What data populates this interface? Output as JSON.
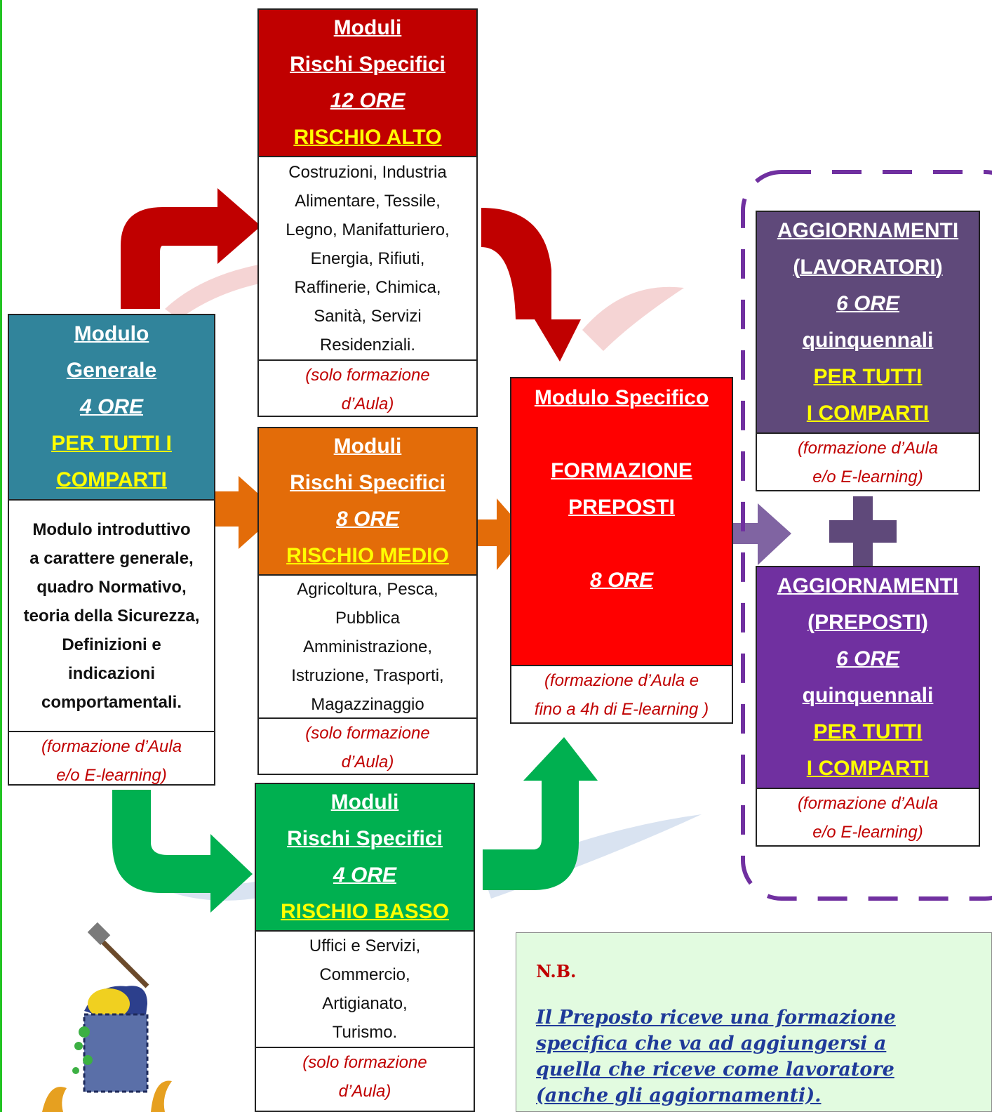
{
  "general": {
    "title1": "Modulo",
    "title2": "Generale",
    "hours": "4 ORE",
    "scope1": "PER TUTTI I",
    "scope2": "COMPARTI",
    "desc": [
      "Modulo introduttivo",
      "a carattere generale,",
      "quadro Normativo,",
      "teoria della Sicurezza,",
      "Definizioni e",
      "indicazioni",
      "comportamentali."
    ],
    "note": [
      "(formazione d’Aula",
      "e/o E-learning)"
    ]
  },
  "high": {
    "title1": "Moduli",
    "title2": "Rischi Specifici",
    "hours": "12 ORE",
    "level": "RISCHIO ALTO",
    "desc": [
      "Costruzioni, Industria",
      "Alimentare, Tessile,",
      "Legno, Manifatturiero,",
      "Energia, Rifiuti,",
      "Raffinerie, Chimica,",
      "Sanità, Servizi",
      "Residenziali."
    ],
    "note": [
      "(solo formazione",
      "d’Aula)"
    ]
  },
  "medium": {
    "title1": "Moduli",
    "title2": "Rischi Specifici",
    "hours": "8 ORE",
    "level": "RISCHIO MEDIO",
    "desc": [
      "Agricoltura, Pesca,",
      "Pubblica",
      "Amministrazione,",
      "Istruzione, Trasporti,",
      "Magazzinaggio"
    ],
    "note": [
      "(solo formazione",
      "d’Aula)"
    ]
  },
  "low": {
    "title1": "Moduli",
    "title2": "Rischi Specifici",
    "hours": "4 ORE",
    "level": "RISCHIO BASSO",
    "desc": [
      "Uffici e Servizi,",
      "Commercio,",
      "Artigianato,",
      "Turismo."
    ],
    "note": [
      "(solo formazione",
      "d’Aula)"
    ]
  },
  "preposti": {
    "title": "Modulo Specifico",
    "sub1": "FORMAZIONE",
    "sub2": "PREPOSTI",
    "hours": "8 ORE",
    "note": [
      "(formazione d’Aula e",
      "fino a 4h di E-learning )"
    ]
  },
  "upd_workers": {
    "title": "AGGIORNAMENTI",
    "sub": "(LAVORATORI)",
    "hours": "6 ORE",
    "freq": "quinquennali",
    "scope1": "PER TUTTI",
    "scope2": "I COMPARTI",
    "note": [
      "(formazione d’Aula",
      "e/o E-learning)"
    ]
  },
  "upd_preposti": {
    "title": "AGGIORNAMENTI",
    "sub": "(PREPOSTI)",
    "hours": "6 ORE",
    "freq": "quinquennali",
    "scope1": "PER TUTTI",
    "scope2": "I COMPARTI",
    "note": [
      "(formazione d’Aula",
      "e/o E-learning)"
    ]
  },
  "nb": {
    "title": "N.B.",
    "text": "Il Preposto riceve una formazione specifica che va ad aggiungersi a quella che riceve come lavoratore (anche gli aggiornamenti)."
  },
  "colors": {
    "general": "#31849b",
    "high": "#c00000",
    "medium": "#e36c09",
    "low": "#00b050",
    "preposti": "#ff0000",
    "upd_workers": "#5f497a",
    "upd_preposti": "#7030a0",
    "dashed_frame": "#7030a0"
  },
  "icons": [
    "worker-with-hammer-icon",
    "plus-icon"
  ]
}
